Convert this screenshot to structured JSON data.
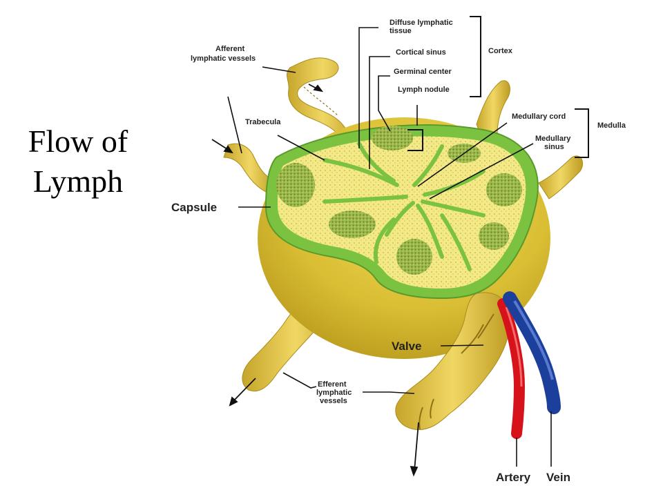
{
  "title": {
    "line1": "Flow of",
    "line2": "Lymph"
  },
  "labels": {
    "afferent_1": "Afferent",
    "afferent_2": "lymphatic vessels",
    "trabecula": "Trabecula",
    "capsule": "Capsule",
    "diffuse_1": "Diffuse lymphatic",
    "diffuse_2": "tissue",
    "cortical_sinus": "Cortical sinus",
    "germinal_center": "Germinal center",
    "lymph_nodule": "Lymph nodule",
    "cortex": "Cortex",
    "medullary_cord": "Medullary cord",
    "medullary_sinus_1": "Medullary",
    "medullary_sinus_2": "sinus",
    "medulla": "Medulla",
    "valve": "Valve",
    "efferent_1": "Efferent",
    "efferent_2": "lymphatic",
    "efferent_3": "vessels",
    "artery": "Artery",
    "vein": "Vein"
  },
  "colors": {
    "capsule": "#d4b62c",
    "cortex_green": "#7cc241",
    "tissue_yellow": "#f3ea87",
    "nodule": "#8fae3a",
    "artery": "#d6131b",
    "vein": "#1c3f9c"
  }
}
